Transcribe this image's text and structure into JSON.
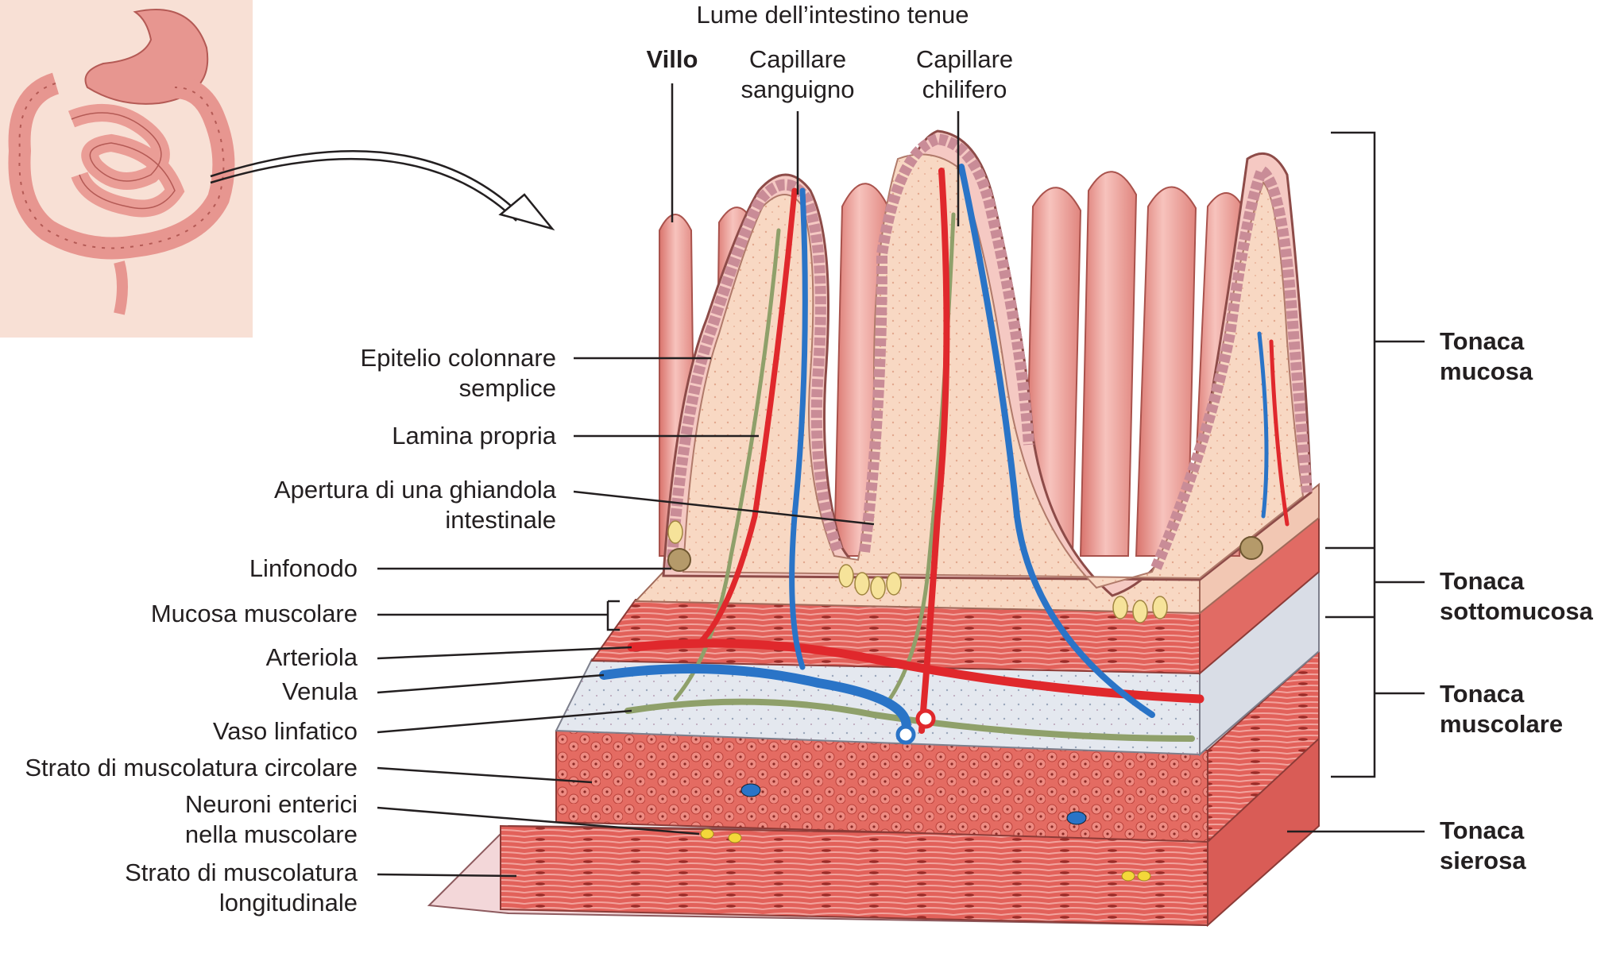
{
  "title": "Lume dell’intestino tenue",
  "top_labels": {
    "villo": "Villo",
    "capillare_sanguigno": [
      "Capillare",
      "sanguigno"
    ],
    "capillare_chilifero": [
      "Capillare",
      "chilifero"
    ]
  },
  "left_labels": {
    "epitelio": [
      "Epitelio colonnare",
      "semplice"
    ],
    "lamina": [
      "Lamina propria"
    ],
    "apertura": [
      "Apertura di una ghiandola",
      "intestinale"
    ],
    "linfonodo": [
      "Linfonodo"
    ],
    "mucosa_muscolare": [
      "Mucosa muscolare"
    ],
    "arteriola": [
      "Arteriola"
    ],
    "venula": [
      "Venula"
    ],
    "vaso_linfatico": [
      "Vaso linfatico"
    ],
    "circolare": [
      "Strato di muscolatura circolare"
    ],
    "neuroni": [
      "Neuroni enterici",
      "nella muscolare"
    ],
    "longitudinale": [
      "Strato di muscolatura",
      "longitudinale"
    ]
  },
  "right_labels": {
    "mucosa": [
      "Tonaca",
      "mucosa"
    ],
    "sottomucosa": [
      "Tonaca",
      "sottomucosa"
    ],
    "muscolare": [
      "Tonaca",
      "muscolare"
    ],
    "sierosa": [
      "Tonaca",
      "sierosa"
    ]
  },
  "colors": {
    "tissue_pink": "#f2a9a3",
    "villus_pink": "#ee9a93",
    "lamina": "#f7d3b8",
    "muscle_red": "#d9534f",
    "blood_red": "#e0282c",
    "vein_blue": "#2a74c7",
    "lymph_green": "#8fa06a",
    "submucosa": "#dde3ec",
    "line": "#231f20"
  }
}
